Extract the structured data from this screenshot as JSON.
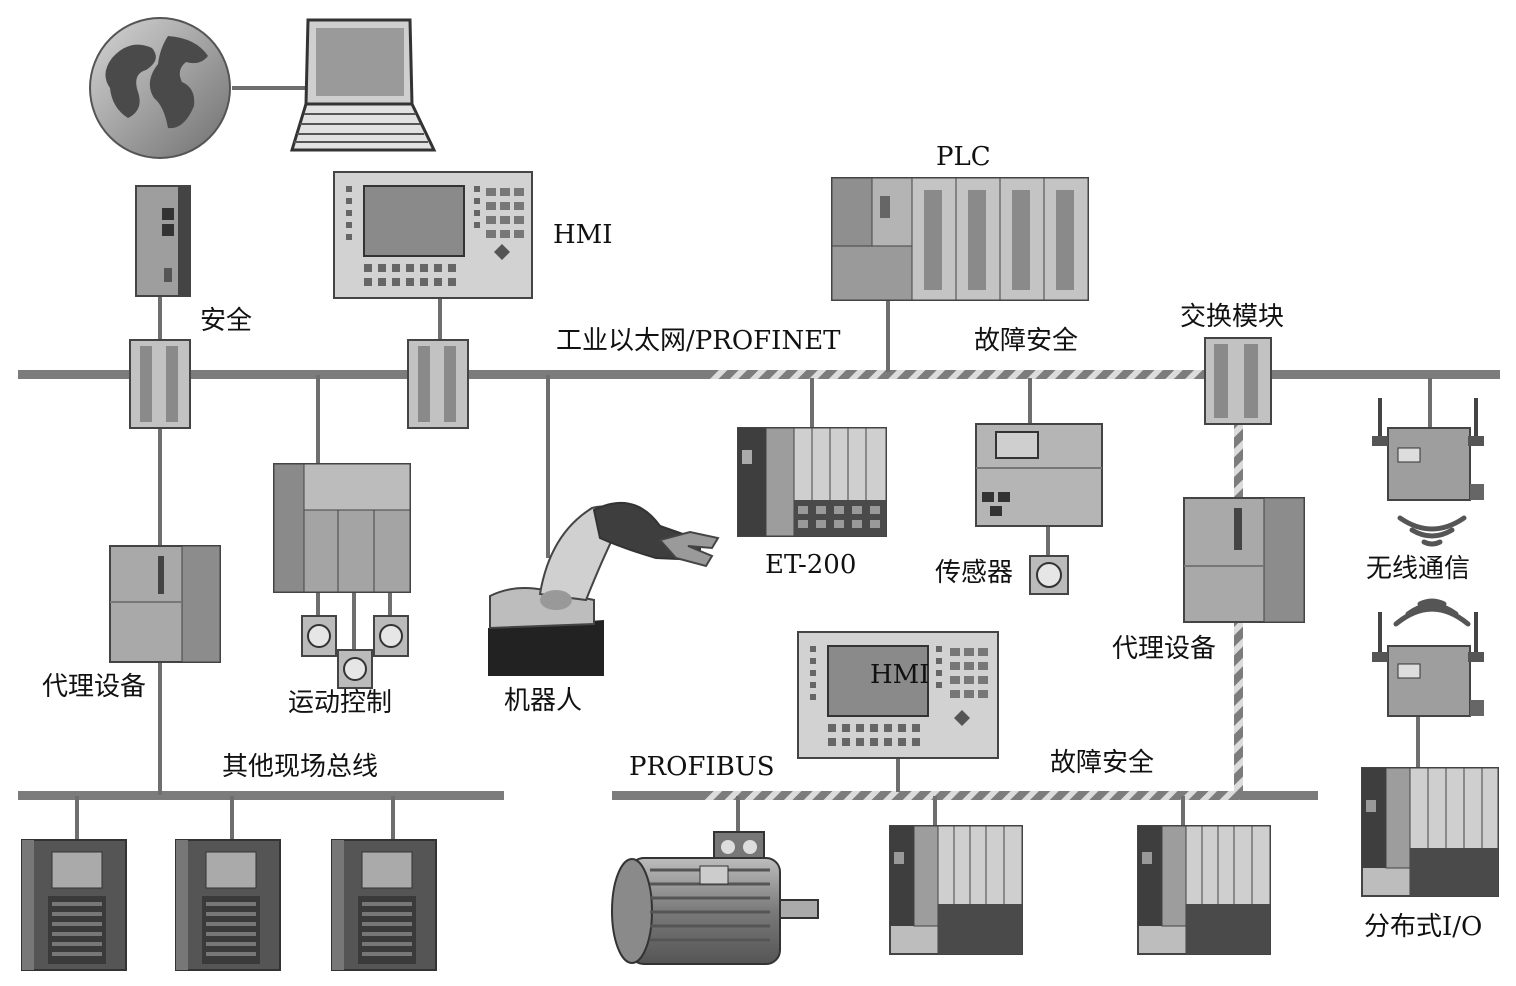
{
  "labels": {
    "hmi_top": "HMI",
    "plc": "PLC",
    "security": "安全",
    "industrial_ethernet": "工业以太网/PROFINET",
    "failsafe_top": "故障安全",
    "switch_module": "交换模块",
    "et200": "ET-200",
    "sensor": "传感器",
    "wireless": "无线通信",
    "proxy_right": "代理设备",
    "hmi_bottom": "HMI",
    "proxy_left": "代理设备",
    "motion_control": "运动控制",
    "robot": "机器人",
    "other_fieldbus": "其他现场总线",
    "profibus": "PROFIBUS",
    "failsafe_bottom": "故障安全",
    "distributed_io": "分布式I/O"
  },
  "colors": {
    "bus": "#7c7c7c",
    "failsafe_hatch": "#d8d8d8",
    "device_light": "#b9b9b9",
    "device_mid": "#8e8e8e",
    "device_dark": "#3f3f3f",
    "screen": "#8a8a8a"
  }
}
